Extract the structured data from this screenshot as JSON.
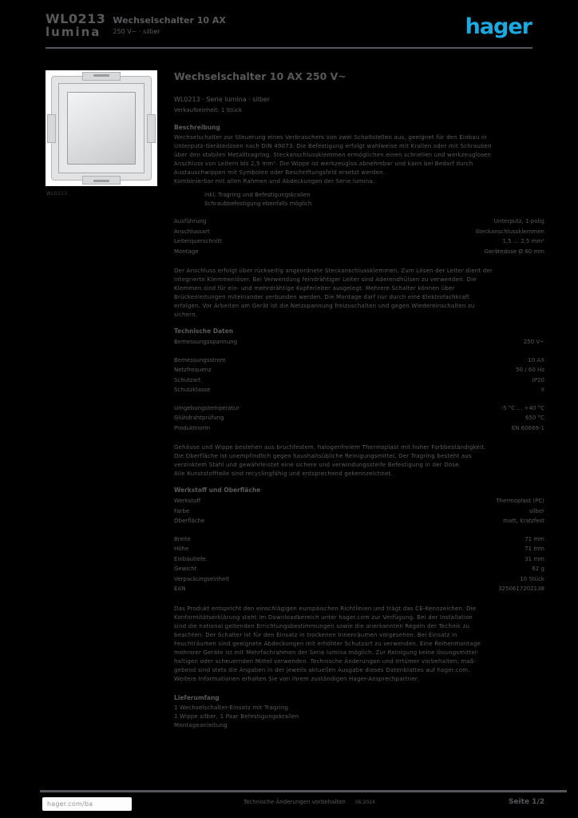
{
  "colors": {
    "page_bg": "#000000",
    "text": "#57595b",
    "logo_blue": "#1ba9e2",
    "image_bg": "#ffffff"
  },
  "header": {
    "code_line1": "WL0213",
    "code_line2": "lumina",
    "title_line1": "Wechselschalter 10 AX",
    "title_line2": "250 V~ · silber",
    "logo_text": "hager"
  },
  "product_image": {
    "caption": "WL0213"
  },
  "main": {
    "title": "Wechselschalter 10 AX 250 V~",
    "subtitle": "WL0213 · Serie lumina · silber",
    "order_line": "Verkaufseinheit: 1 Stück",
    "sections": [
      {
        "kind": "para",
        "heading": "Beschreibung",
        "lines": [
          "Wechselschalter zur Steuerung eines Verbrauchers von zwei Schaltstellen aus, geeignet für den Einbau in",
          "Unterputz-Gerätedosen nach DIN 49073. Die Befestigung erfolgt wahlweise mit Krallen oder mit Schrauben",
          "über den stabilen Metalltragring. Steckanschlussklemmen ermöglichen einen schnellen und werkzeuglosen",
          "Anschluss von Leitern bis 2,5 mm². Die Wippe ist werkzeuglos abnehmbar und kann bei Bedarf durch",
          "Austauschwippen mit Symbolen oder Beschriftungsfeld ersetzt werden.",
          "Kombinierbar mit allen Rahmen und Abdeckungen der Serie lumina."
        ]
      },
      {
        "kind": "list",
        "items": [
          "inkl. Tragring und Befestigungskrallen",
          "Schraubbefestigung ebenfalls möglich"
        ]
      },
      {
        "kind": "rows",
        "rows": [
          [
            "Ausführung",
            "Unterputz, 1-polig"
          ],
          [
            "Anschlussart",
            "Steckanschlussklemmen"
          ],
          [
            "Leiterquerschnitt",
            "1,5 … 2,5 mm²"
          ],
          [
            "Montage",
            "Gerätedose Ø 60 mm"
          ]
        ]
      },
      {
        "kind": "para",
        "lines": [
          "Der Anschluss erfolgt über rückseitig angeordnete Steckanschlussklemmen. Zum Lösen der Leiter dient der",
          "integrierte Klemmenlöser. Bei Verwendung feindrähtiger Leiter sind Aderendhülsen zu verwenden. Die",
          "Klemmen sind für ein- und mehrdrähtige Kupferleiter ausgelegt. Mehrere Schalter können über",
          "Brückenleitungen miteinander verbunden werden. Die Montage darf nur durch eine Elektrofachkraft",
          "erfolgen. Vor Arbeiten am Gerät ist die Netzspannung freizuschalten und gegen Wiedereinschalten zu",
          "sichern."
        ]
      },
      {
        "kind": "rows",
        "heading": "Technische Daten",
        "rows": [
          [
            "Bemessungsspannung",
            "250 V~"
          ]
        ]
      },
      {
        "kind": "rows",
        "rows": [
          [
            "Bemessungsstrom",
            "10 AX"
          ],
          [
            "Netzfrequenz",
            "50 / 60 Hz"
          ],
          [
            "Schutzart",
            "IP20"
          ],
          [
            "Schutzklasse",
            "II"
          ]
        ]
      },
      {
        "kind": "rows",
        "rows": [
          [
            "Umgebungstemperatur",
            "-5 °C … +40 °C"
          ],
          [
            "Glühdrahtprüfung",
            "650 °C"
          ],
          [
            "Produktnorm",
            "EN 60669-1"
          ]
        ]
      },
      {
        "kind": "para",
        "lines": [
          "Gehäuse und Wippe bestehen aus bruchfestem, halogenfreiem Thermoplast mit hoher Farbbeständigkeit.",
          "Die Oberfläche ist unempfindlich gegen haushaltsübliche Reinigungsmittel. Der Tragring besteht aus",
          "verzinktem Stahl und gewährleistet eine sichere und verwindungssteife Befestigung in der Dose.",
          "Alle Kunststoffteile sind recyclingfähig und entsprechend gekennzeichnet."
        ]
      },
      {
        "kind": "rows",
        "heading": "Werkstoff und Oberfläche",
        "rows": [
          [
            "Werkstoff",
            "Thermoplast (PC)"
          ],
          [
            "Farbe",
            "silber"
          ],
          [
            "Oberfläche",
            "matt, kratzfest"
          ]
        ]
      },
      {
        "kind": "rows",
        "rows": [
          [
            "Breite",
            "71 mm"
          ],
          [
            "Höhe",
            "71 mm"
          ],
          [
            "Einbautiefe",
            "31 mm"
          ],
          [
            "Gewicht",
            "62 g"
          ],
          [
            "Verpackungseinheit",
            "10 Stück"
          ],
          [
            "EAN",
            "3250617202138"
          ]
        ]
      },
      {
        "kind": "para",
        "lines": [
          "Das Produkt entspricht den einschlägigen europäischen Richtlinien und trägt das CE-Kennzeichen. Die",
          "Konformitätserklärung steht im Downloadbereich unter hager.com zur Verfügung. Bei der Installation",
          "sind die national geltenden Errichtungsbestimmungen sowie die anerkannten Regeln der Technik zu",
          "beachten. Der Schalter ist für den Einsatz in trockenen Innenräumen vorgesehen. Bei Einsatz in",
          "Feuchträumen sind geeignete Abdeckungen mit erhöhter Schutzart zu verwenden. Eine Reihenmontage",
          "mehrerer Geräte ist mit Mehrfachrahmen der Serie lumina möglich. Zur Reinigung keine lösungsmittel-",
          "haltigen oder scheuernden Mittel verwenden. Technische Änderungen und Irrtümer vorbehalten; maß-",
          "gebend sind stets die Angaben in der jeweils aktuellen Ausgabe dieses Datenblattes auf hager.com.",
          "Weitere Informationen erhalten Sie von Ihrem zuständigen Hager-Ansprechpartner."
        ]
      },
      {
        "kind": "para",
        "heading": "Lieferumfang",
        "lines": [
          "1 Wechselschalter-Einsatz mit Tragring",
          "1 Wippe silber, 1 Paar Befestigungskrallen",
          "Montageanleitung"
        ]
      }
    ]
  },
  "footer": {
    "link": "hager.com/ba",
    "center": "Technische Änderungen vorbehalten",
    "date": "06.2024",
    "page": "Seite 1/2"
  }
}
